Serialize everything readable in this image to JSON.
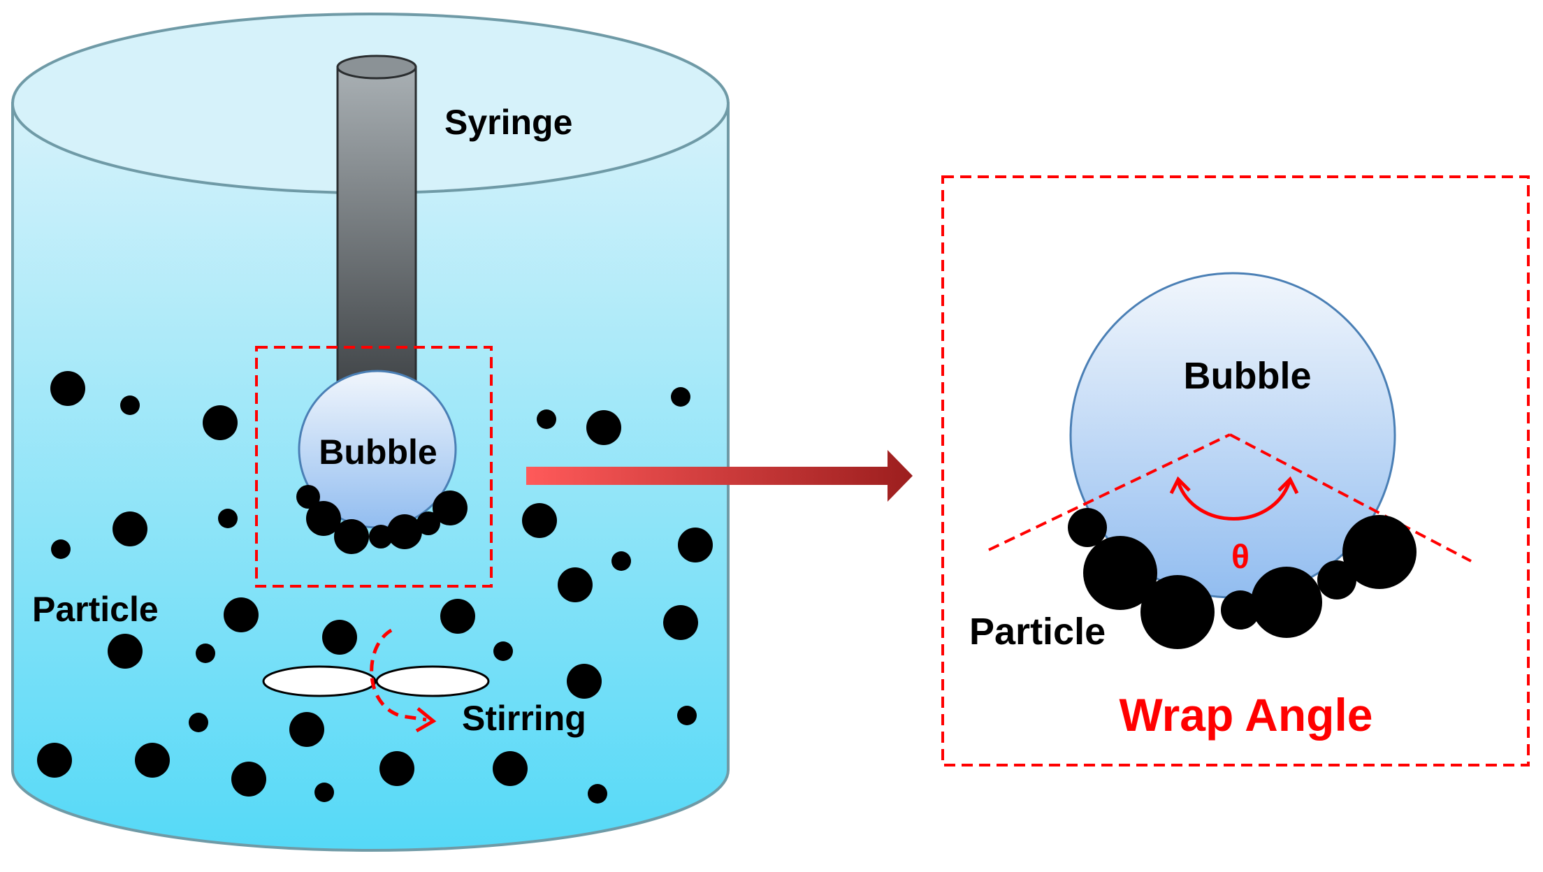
{
  "labels": {
    "syringe": "Syringe",
    "bubble_left": "Bubble",
    "particle_left": "Particle",
    "stirring": "Stirring",
    "bubble_right": "Bubble",
    "particle_right": "Particle",
    "theta": "θ",
    "wrap_angle": "Wrap Angle"
  },
  "colors": {
    "liquid_top": "#cdeef8",
    "liquid_bottom": "#55d9f7",
    "outline": "#6f9aa6",
    "particle": "#000000",
    "annotation_red": "#ff0000",
    "syringe_dark": "#3f4346",
    "syringe_light": "#a9b0b4",
    "bubble_top": "#f1f6fc",
    "bubble_bottom": "#92bdf0",
    "arrow_start": "#ff5a5a",
    "arrow_end": "#9c1e1e"
  }
}
